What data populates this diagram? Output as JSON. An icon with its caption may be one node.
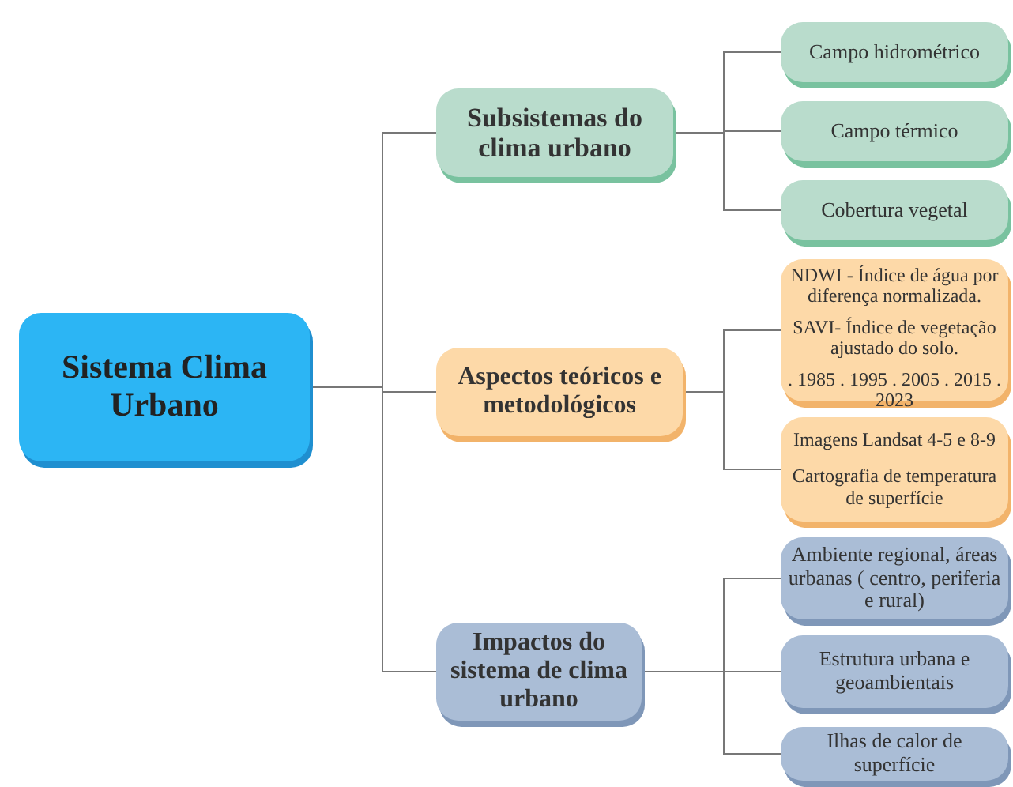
{
  "diagram": {
    "nodes": [
      {
        "text": [
          "Sistema Clima Urbano"
        ]
      },
      {
        "text": [
          "Subsistemas do clima urbano"
        ]
      },
      {
        "text": [
          "Aspectos teóricos e metodológicos"
        ]
      },
      {
        "text": [
          "Impactos do sistema de clima urbano"
        ]
      },
      {
        "text": [
          "Campo hidrométrico"
        ]
      },
      {
        "text": [
          "Campo térmico"
        ]
      },
      {
        "text": [
          "Cobertura vegetal"
        ]
      },
      {
        "text": [
          "NDWI - Índice de água por diferença normalizada.",
          "SAVI- Índice de vegetação ajustado do solo.",
          ". 1985 . 1995 . 2005 . 2015 . 2023"
        ]
      },
      {
        "text": [
          "Imagens Landsat 4-5 e 8-9",
          "Cartografia de temperatura de superfície"
        ]
      },
      {
        "text": [
          "Ambiente regional, áreas urbanas ( centro, periferia e rural)"
        ]
      },
      {
        "text": [
          "Estrutura urbana e geoambientais"
        ]
      },
      {
        "text": [
          "Ilhas de calor de superfície"
        ]
      }
    ],
    "edges": [
      {
        "from": 0,
        "to": 1,
        "arrow": "none"
      },
      {
        "from": 0,
        "to": 2,
        "arrow": "none"
      },
      {
        "from": 0,
        "to": 3,
        "arrow": "none"
      },
      {
        "from": 1,
        "to": 4,
        "arrow": "none"
      },
      {
        "from": 1,
        "to": 5,
        "arrow": "none"
      },
      {
        "from": 1,
        "to": 6,
        "arrow": "none"
      },
      {
        "from": 2,
        "to": 7,
        "arrow": "none"
      },
      {
        "from": 2,
        "to": 8,
        "arrow": "none"
      },
      {
        "from": 3,
        "to": 9,
        "arrow": "none"
      },
      {
        "from": 3,
        "to": 10,
        "arrow": "none"
      },
      {
        "from": 3,
        "to": 11,
        "arrow": "none"
      }
    ]
  }
}
